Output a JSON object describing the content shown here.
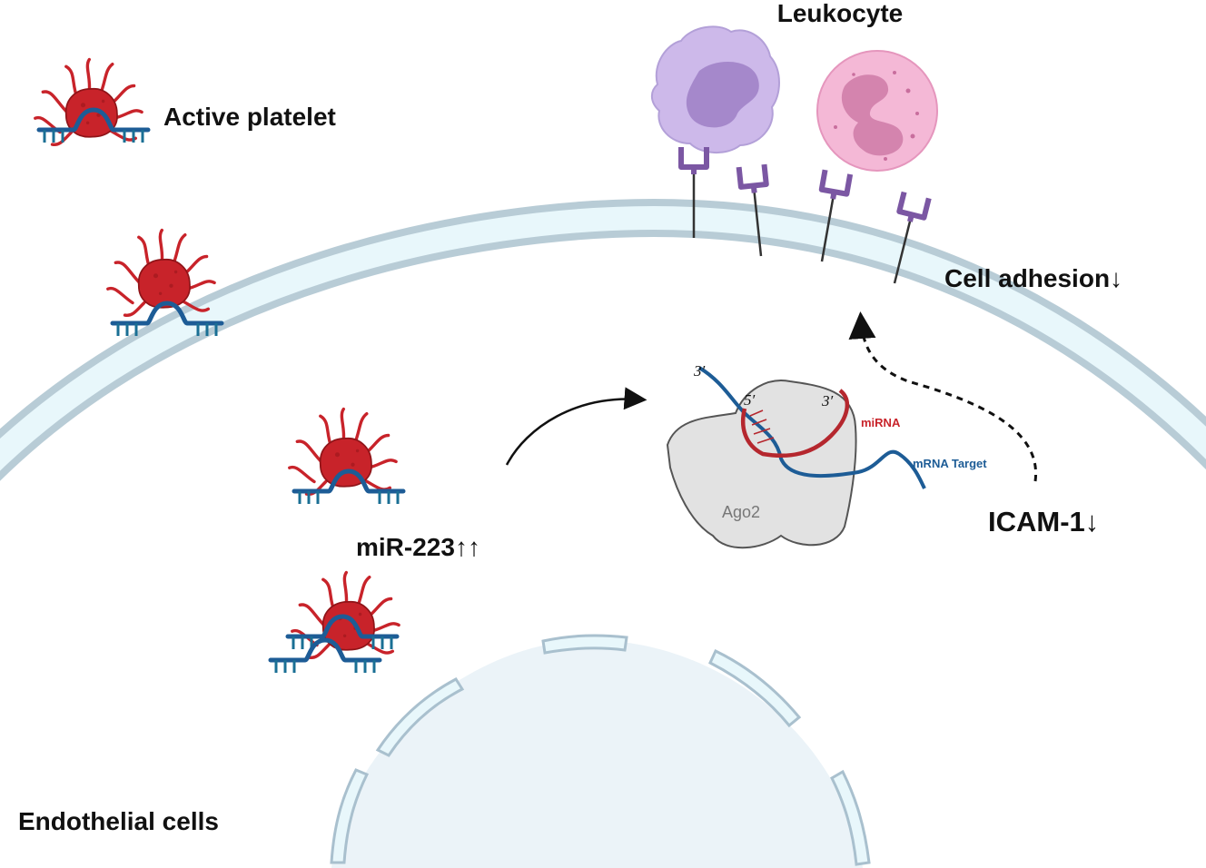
{
  "labels": {
    "leukocyte": "Leukocyte",
    "active_platelet": "Active platelet",
    "cell_adhesion": "Cell adhesion↓",
    "mir223": "miR-223↑↑",
    "icam1": "ICAM-1↓",
    "endothelial_cells": "Endothelial cells",
    "ago2": "Ago2",
    "mirna": "miRNA",
    "mrna_target": "mRNA Target",
    "three_prime_mrna": "3′",
    "five_prime_mirna": "5′",
    "three_prime_mirna": "3′"
  },
  "colors": {
    "platelet": "#c8232a",
    "platelet_dark": "#8f1418",
    "rna_blue": "#1d5c96",
    "rna_teal": "#1a6f94",
    "membrane_outer": "#b8ccd6",
    "membrane_inner": "#e8f7fb",
    "receptor": "#7b57a3",
    "monocyte": "#cdb9ea",
    "neutrophil": "#f4b8d6",
    "ago2_fill": "#e2e2e2",
    "mirna_red": "#b5272e"
  },
  "icons": [
    "platelet-icon",
    "receptor-icon",
    "monocyte-icon",
    "neutrophil-icon",
    "ago2-complex-icon",
    "nucleus-icon"
  ]
}
